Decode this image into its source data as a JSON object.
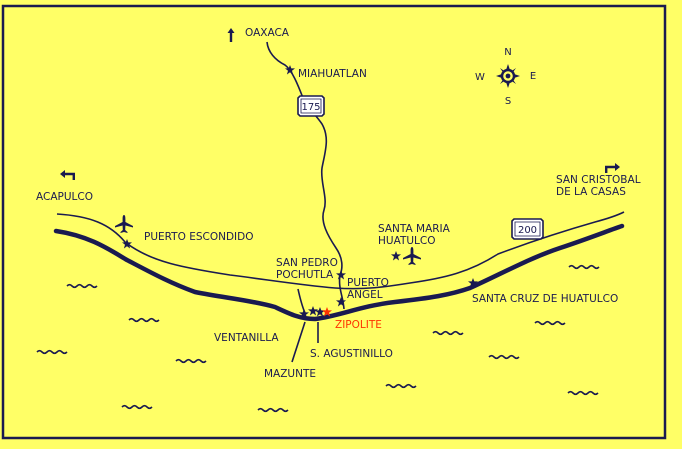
{
  "colors": {
    "background": "#FFFF66",
    "ink": "#1a1a50",
    "highlight": "#FF3300"
  },
  "labels": {
    "oaxaca": "OAXACA",
    "miahuatlan": "MIAHUATLAN",
    "acapulco": "ACAPULCO",
    "san_cristobal_1": "SAN CRISTOBAL",
    "san_cristobal_2": "DE LA CASAS",
    "puerto_escondido": "PUERTO ESCONDIDO",
    "santa_maria_1": "SANTA MARIA",
    "santa_maria_2": "HUATULCO",
    "san_pedro_1": "SAN PEDRO",
    "san_pedro_2": "POCHUTLA",
    "puerto_angel_1": "PUERTO",
    "puerto_angel_2": "ANGEL",
    "santa_cruz": "SANTA CRUZ DE HUATULCO",
    "ventanilla": "VENTANILLA",
    "zipolite": "ZIPOLITE",
    "agustinillo": "S. AGUSTINILLO",
    "mazunte": "MAZUNTE"
  },
  "highways": {
    "h175": "175",
    "h200": "200"
  },
  "compass": {
    "n": "N",
    "s": "S",
    "e": "E",
    "w": "W"
  },
  "icons": [
    "arrow-up-icon",
    "arrow-left-icon",
    "arrow-right-icon",
    "airplane-icon",
    "star-icon",
    "compass-rose-icon",
    "wave-icon",
    "highway-shield-icon"
  ]
}
